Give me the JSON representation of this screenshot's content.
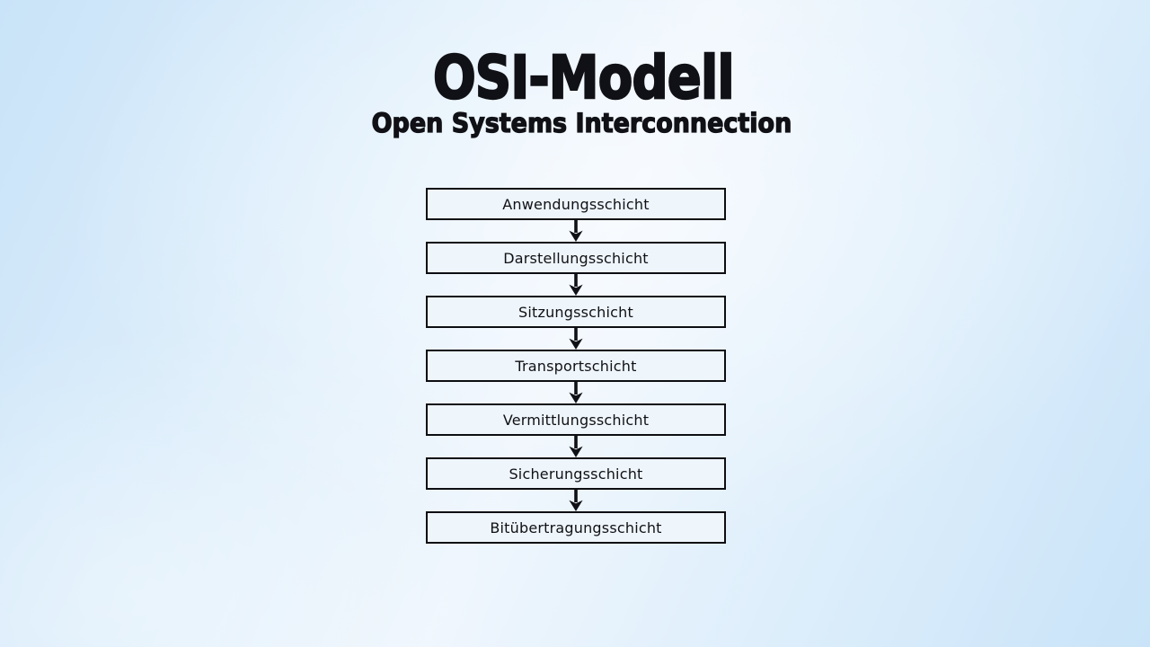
{
  "header": {
    "title": "OSI-Modell",
    "subtitle": "Open Systems Interconnection"
  },
  "layers": [
    "Anwendungsschicht",
    "Darstellungsschicht",
    "Sitzungsschicht",
    "Transportschicht",
    "Vermittlungsschicht",
    "Sicherungsschicht",
    "Bitübertragungsschicht"
  ],
  "colors": {
    "background_edge": "#c9e3f8",
    "background_mid": "#ddeefb",
    "background_center": "#eff6fd",
    "box_fill": "#eef5fb",
    "box_border": "#0d0e12",
    "text": "#101116"
  }
}
